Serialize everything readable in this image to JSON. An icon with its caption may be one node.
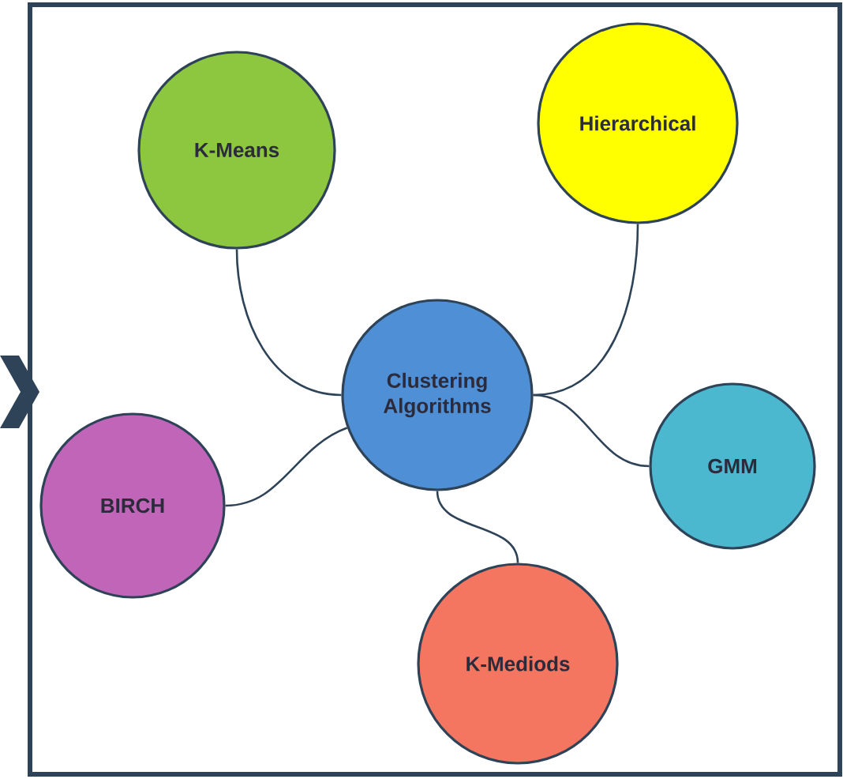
{
  "diagram": {
    "nodes": [
      {
        "text": [
          "K-Means"
        ]
      },
      {
        "text": [
          "Hierarchical"
        ]
      },
      {
        "text": [
          "Clustering Algorithms"
        ]
      },
      {
        "text": [
          "GMM"
        ]
      },
      {
        "text": [
          "BIRCH"
        ]
      },
      {
        "text": [
          "K-Mediods"
        ]
      }
    ],
    "edges": [
      {
        "from": 2,
        "to": 0,
        "arrow": "none"
      },
      {
        "from": 2,
        "to": 1,
        "arrow": "none"
      },
      {
        "from": 2,
        "to": 3,
        "arrow": "none"
      },
      {
        "from": 2,
        "to": 4,
        "arrow": "none"
      },
      {
        "from": 2,
        "to": 5,
        "arrow": "none"
      }
    ]
  }
}
